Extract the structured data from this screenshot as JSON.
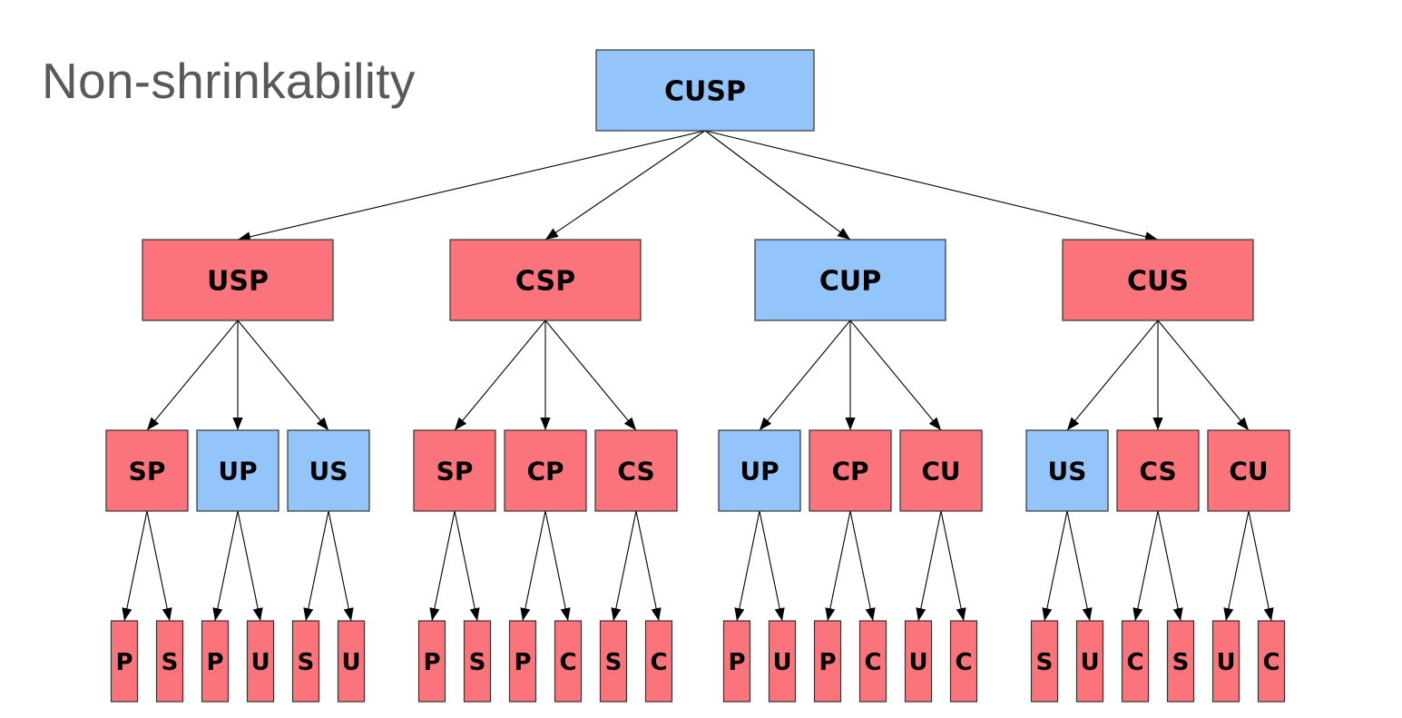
{
  "title": "Non-shrinkability",
  "colors": {
    "blue": "#93c5fb",
    "red": "#fc747b",
    "edge": "#000000"
  },
  "tree": {
    "label": "CUSP",
    "color": "blue",
    "children": [
      {
        "label": "USP",
        "color": "red",
        "children": [
          {
            "label": "SP",
            "color": "red",
            "children": [
              {
                "label": "P",
                "color": "red"
              },
              {
                "label": "S",
                "color": "red"
              }
            ]
          },
          {
            "label": "UP",
            "color": "blue",
            "children": [
              {
                "label": "P",
                "color": "red"
              },
              {
                "label": "U",
                "color": "red"
              }
            ]
          },
          {
            "label": "US",
            "color": "blue",
            "children": [
              {
                "label": "S",
                "color": "red"
              },
              {
                "label": "U",
                "color": "red"
              }
            ]
          }
        ]
      },
      {
        "label": "CSP",
        "color": "red",
        "children": [
          {
            "label": "SP",
            "color": "red",
            "children": [
              {
                "label": "P",
                "color": "red"
              },
              {
                "label": "S",
                "color": "red"
              }
            ]
          },
          {
            "label": "CP",
            "color": "red",
            "children": [
              {
                "label": "P",
                "color": "red"
              },
              {
                "label": "C",
                "color": "red"
              }
            ]
          },
          {
            "label": "CS",
            "color": "red",
            "children": [
              {
                "label": "S",
                "color": "red"
              },
              {
                "label": "C",
                "color": "red"
              }
            ]
          }
        ]
      },
      {
        "label": "CUP",
        "color": "blue",
        "children": [
          {
            "label": "UP",
            "color": "blue",
            "children": [
              {
                "label": "P",
                "color": "red"
              },
              {
                "label": "U",
                "color": "red"
              }
            ]
          },
          {
            "label": "CP",
            "color": "red",
            "children": [
              {
                "label": "P",
                "color": "red"
              },
              {
                "label": "C",
                "color": "red"
              }
            ]
          },
          {
            "label": "CU",
            "color": "red",
            "children": [
              {
                "label": "U",
                "color": "red"
              },
              {
                "label": "C",
                "color": "red"
              }
            ]
          }
        ]
      },
      {
        "label": "CUS",
        "color": "red",
        "children": [
          {
            "label": "US",
            "color": "blue",
            "children": [
              {
                "label": "S",
                "color": "red"
              },
              {
                "label": "U",
                "color": "red"
              }
            ]
          },
          {
            "label": "CS",
            "color": "red",
            "children": [
              {
                "label": "C",
                "color": "red"
              },
              {
                "label": "S",
                "color": "red"
              }
            ]
          },
          {
            "label": "CU",
            "color": "red",
            "children": [
              {
                "label": "U",
                "color": "red"
              },
              {
                "label": "C",
                "color": "red"
              }
            ]
          }
        ]
      }
    ]
  }
}
